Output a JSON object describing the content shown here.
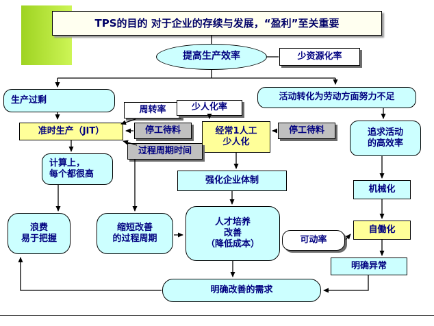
{
  "slide": {
    "title": "TPS的目的 对于企业的存续与发展，“盈利”至关重要"
  },
  "nodes": {
    "goal": "提高生产效率",
    "less_resource": "少资源化率",
    "overproduction": "生产过剩",
    "turnover": "周转率",
    "less_manpower": "少人化率",
    "activity_conversion": "活动转化为劳动方面努力不足",
    "jit": "准时生产（JIT）",
    "stoppage_left": "停工待料",
    "one_worker": "经常1人工\n少人化",
    "stoppage_right": "停工待料",
    "pursue_efficiency": "追求活动\n的高效率",
    "process_cycle_time": "过程周期时间",
    "calculated_high": "计算上，\n每个都很高",
    "strengthen": "强化企业体制",
    "mechanization": "机械化",
    "waste_grasp": "浪费\n易于把握",
    "shorten_cycle": "缩短改善\n的过程周期",
    "talent": "人才培养\n改善\n（降低成本）",
    "operational_rate": "可动率",
    "jidoka": "自働化",
    "clarify_abnormality": "明确异常",
    "clarify_need": "明确改善的需求"
  },
  "colors": {
    "node_cyan": "#ccffff",
    "node_yellow": "#ffff99",
    "node_gray": "#c0c0c0",
    "title_cream": "#fffff0",
    "accent_green": "#b5e03b",
    "text_navy": "#000080",
    "connector_black": "#000000"
  }
}
